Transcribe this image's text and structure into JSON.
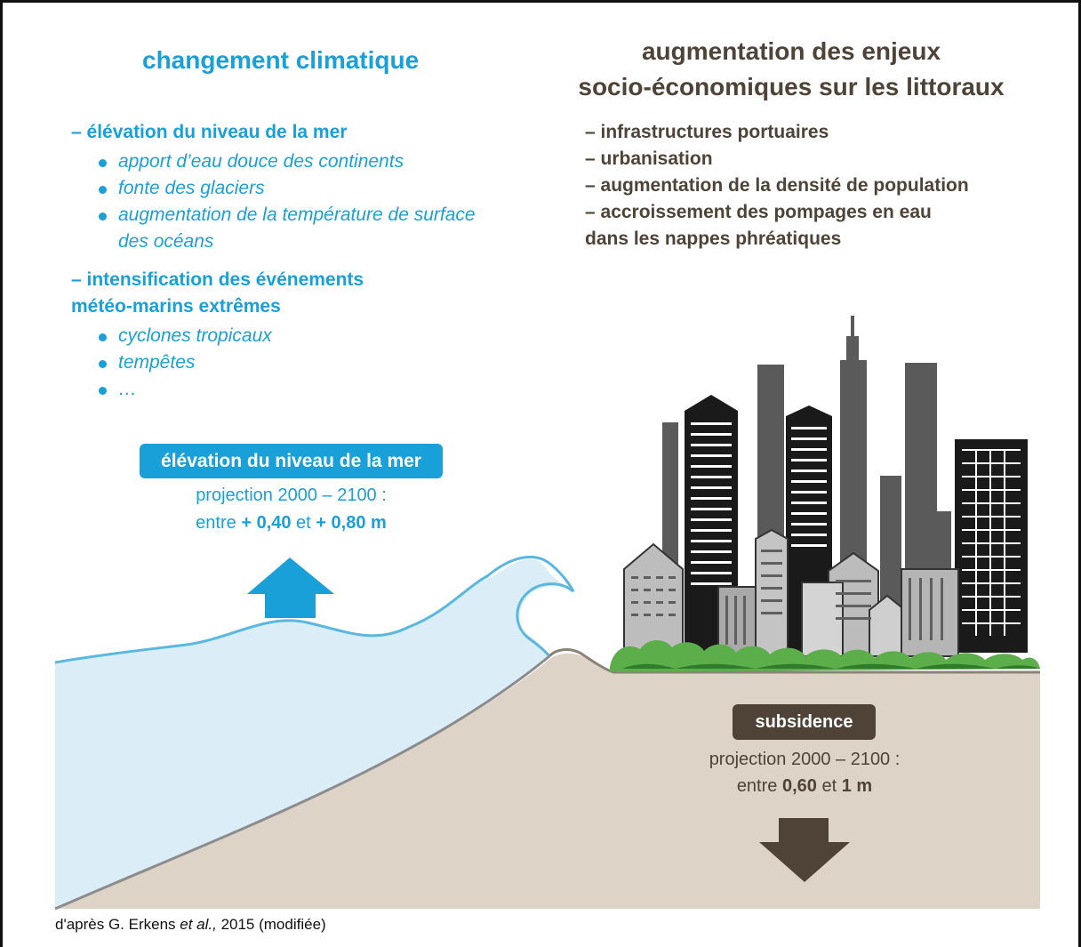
{
  "left_title": "changement climatique",
  "right_title_line1": "augmentation des enjeux",
  "right_title_line2": "socio-économiques sur les littoraux",
  "climate": {
    "sea_rise_header": "– élévation du niveau de la mer",
    "sea_rise_items": [
      "apport d’eau douce des continents",
      "fonte des glaciers",
      "augmentation de la température de surface",
      "des océans"
    ],
    "events_header_line1": "– intensification des événements",
    "events_header_line2": "météo-marins extrêmes",
    "events_items": [
      "cyclones tropicaux",
      "tempêtes",
      "…"
    ]
  },
  "socio": {
    "items": [
      "– infrastructures portuaires",
      "– urbanisation",
      "– augmentation de la densité de population",
      "– accroissement des pompages en eau",
      "dans les nappes phréatiques"
    ]
  },
  "sea_level": {
    "label": "élévation du niveau de la mer",
    "projection": "projection 2000 – 2100 :",
    "range_prefix": "entre ",
    "min": "+ 0,40",
    "range_mid": " et ",
    "max": "+ 0,80 m"
  },
  "subsidence": {
    "label": "subsidence",
    "projection": "projection 2000 – 2100 :",
    "range_prefix": "entre ",
    "min": "0,60",
    "range_mid": " et ",
    "max": "1 m"
  },
  "credit": {
    "before": "d'après G. Erkens ",
    "italic": "et al.,",
    "after": " 2015 (modifiée)"
  },
  "colors": {
    "blue": "#1aa0d8",
    "brown": "#4e4336",
    "water": "#dbeef7",
    "ground": "#ddd3c6"
  }
}
